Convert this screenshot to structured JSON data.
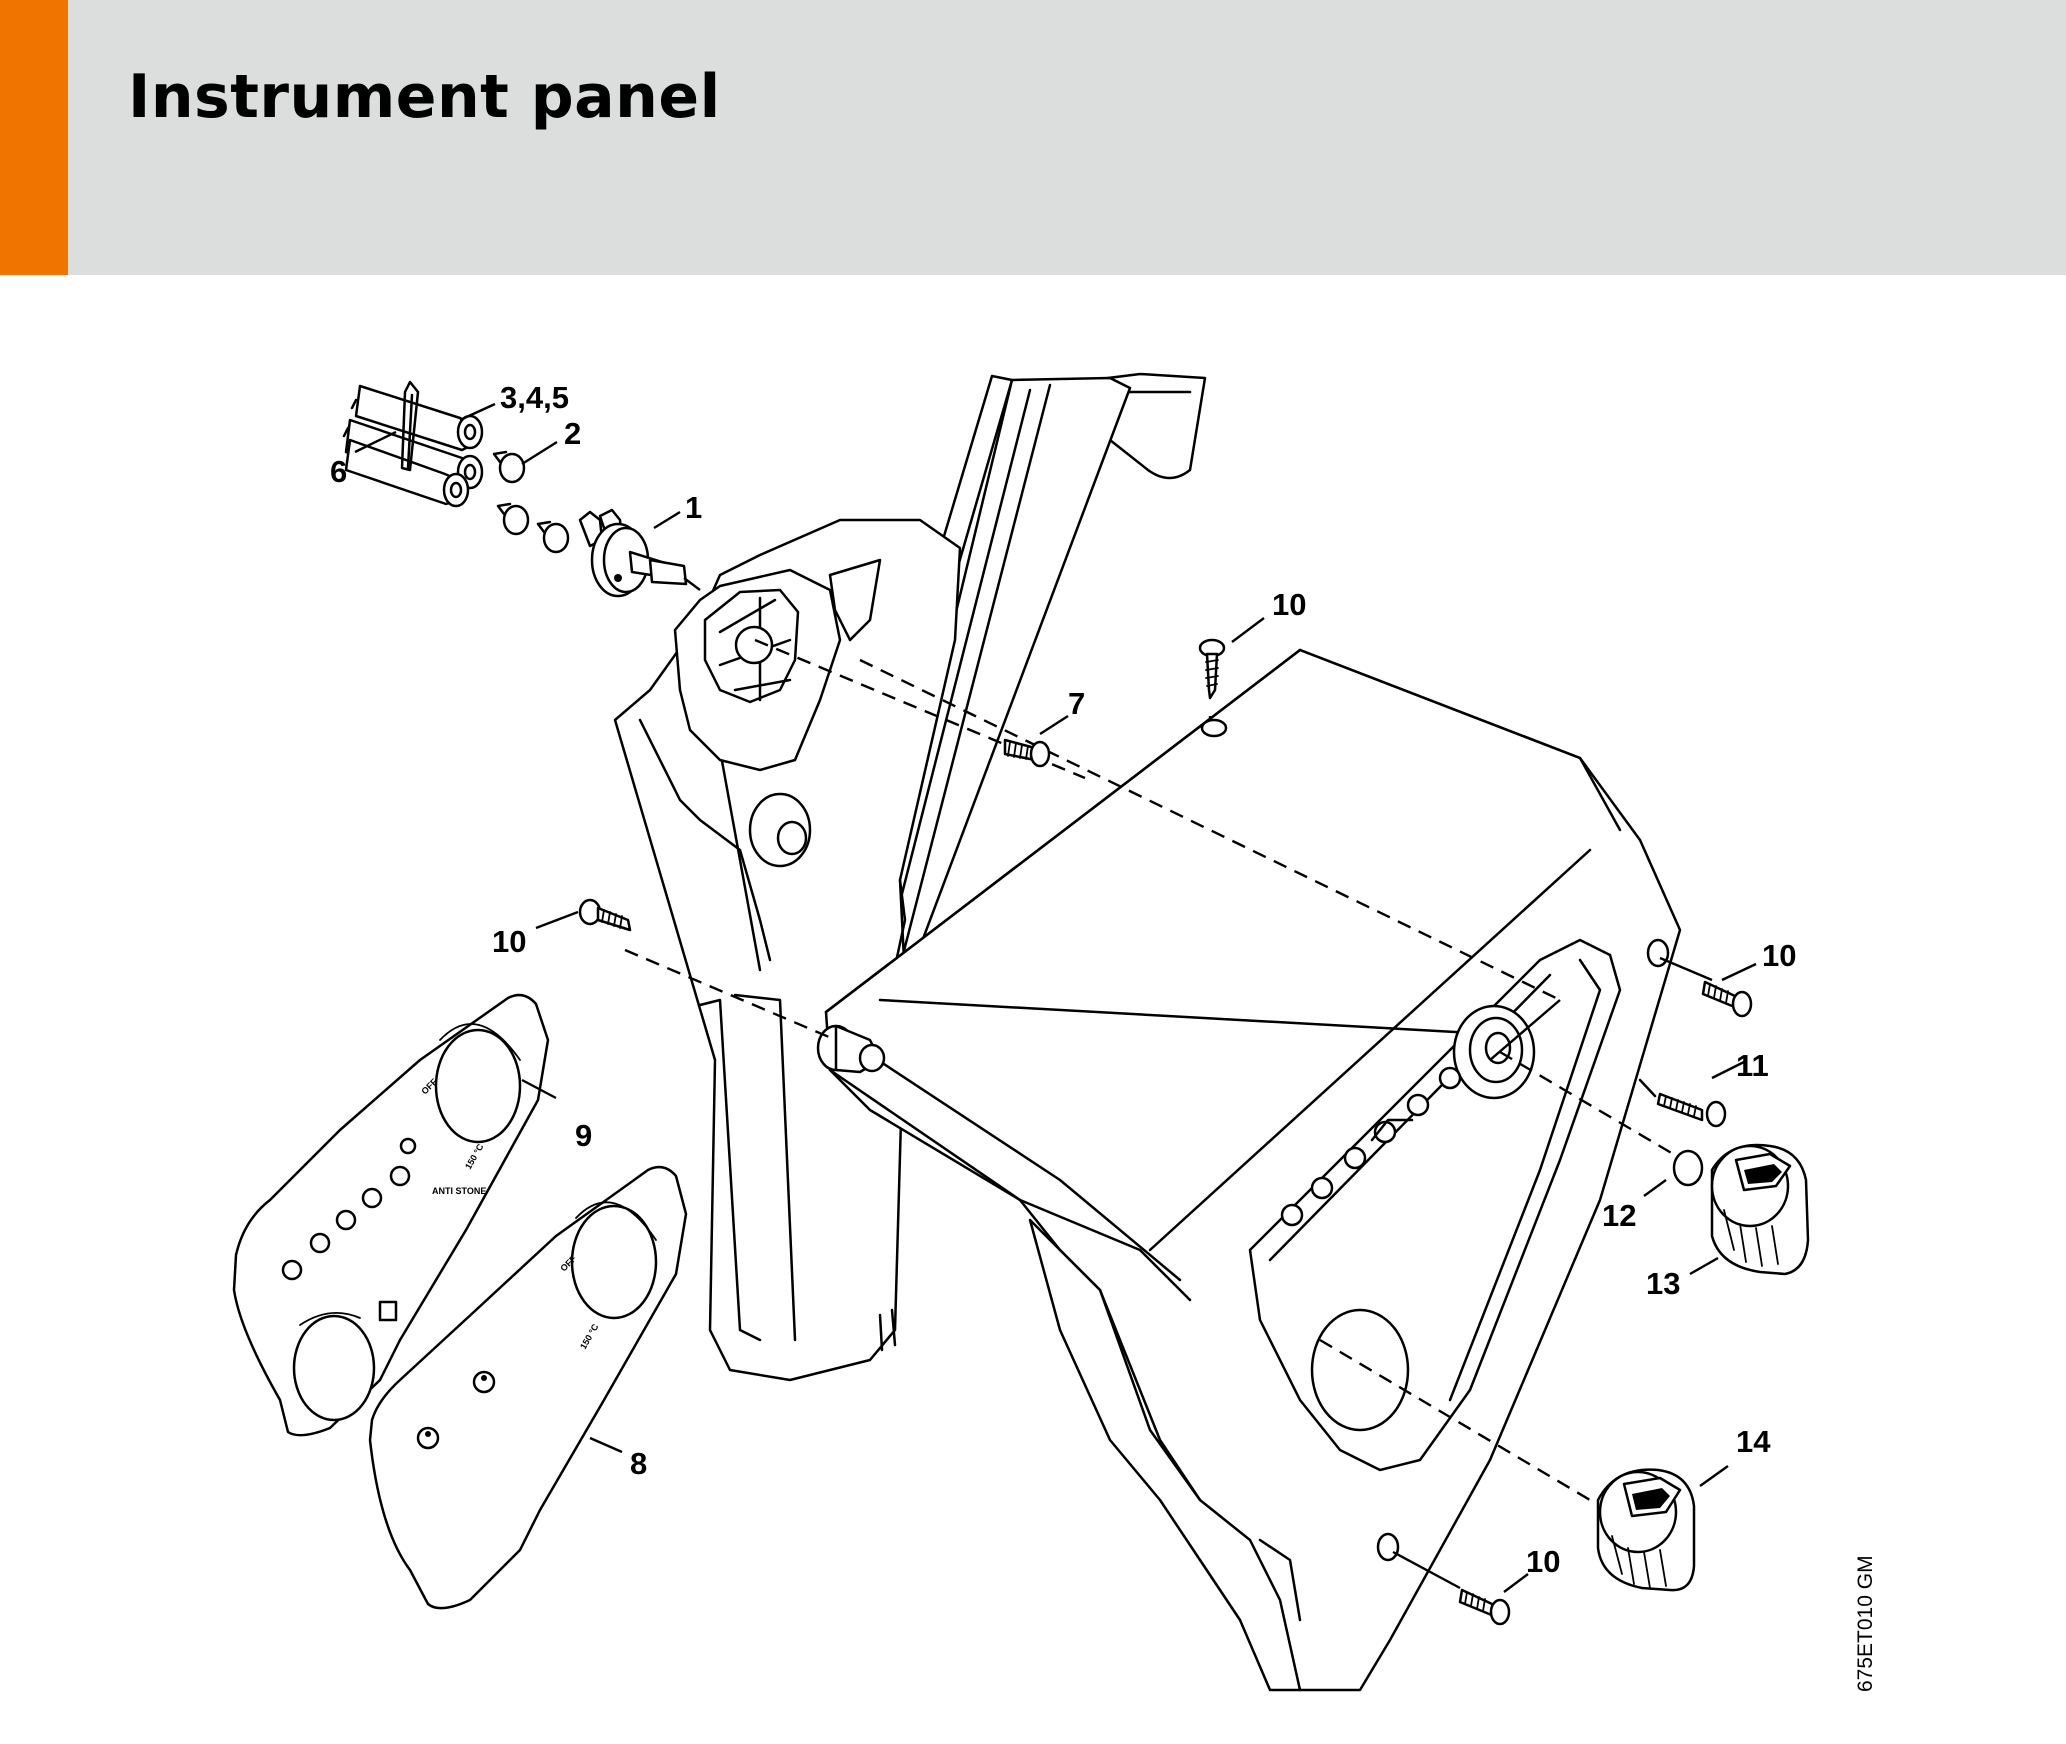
{
  "header": {
    "title": "Instrument panel",
    "accent_color": "#f07400",
    "band_color": "#dcdddd"
  },
  "diagram": {
    "drawing_code": "675ET010 GM",
    "callouts": {
      "c1": "1",
      "c2": "2",
      "c345": "3,4,5",
      "c6": "6",
      "c7": "7",
      "c8": "8",
      "c9": "9",
      "c10a": "10",
      "c10b": "10",
      "c10c": "10",
      "c10d": "10",
      "c11": "11",
      "c12": "12",
      "c13": "13",
      "c14": "14"
    },
    "decal_9_text": [
      "OFF",
      "ANTI STONE",
      "150 °C"
    ],
    "decal_8_text": [
      "OFF",
      "150 °C"
    ]
  }
}
